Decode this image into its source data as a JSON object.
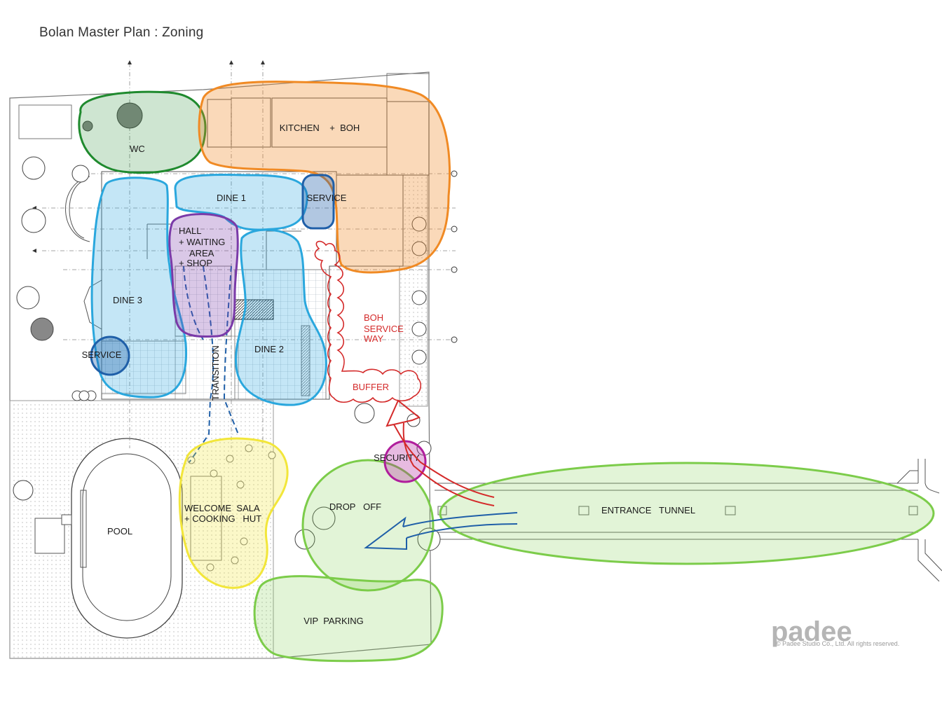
{
  "title": "Bolan Master Plan : Zoning",
  "zones": {
    "wc": "WC",
    "kitchen": "KITCHEN    +  BOH",
    "dine1": "DINE 1",
    "service_top": "SERVICE",
    "hall": [
      "HALL",
      "+ WAITING",
      "AREA",
      "+ SHOP"
    ],
    "dine3": "DINE 3",
    "service_left": "SERVICE",
    "dine2": "DINE 2",
    "transition": "TRANSITION",
    "boh_service_way": [
      "BOH",
      "SERVICE",
      "WAY"
    ],
    "buffer": "BUFFER",
    "security": "SECURITY",
    "welcome": [
      "WELCOME  SALA",
      "+ COOKING   HUT"
    ],
    "pool": "POOL",
    "drop_off": "DROP   OFF",
    "entrance_tunnel": "ENTRANCE   TUNNEL",
    "vip_parking": "VIP  PARKING"
  },
  "logo": {
    "name": "padee",
    "copyright": "© Padee Studio Co., Ltd. All rights reserved."
  },
  "colors": {
    "green": "#1f8a2e",
    "orange": "#f08a24",
    "light_blue": "#2aa7dd",
    "dark_blue": "#1f5fa8",
    "purple": "#7a3aa8",
    "magenta": "#b01e9c",
    "yellow": "#f2e63a",
    "light_green": "#7ccc4a",
    "red": "#d42a2a"
  }
}
